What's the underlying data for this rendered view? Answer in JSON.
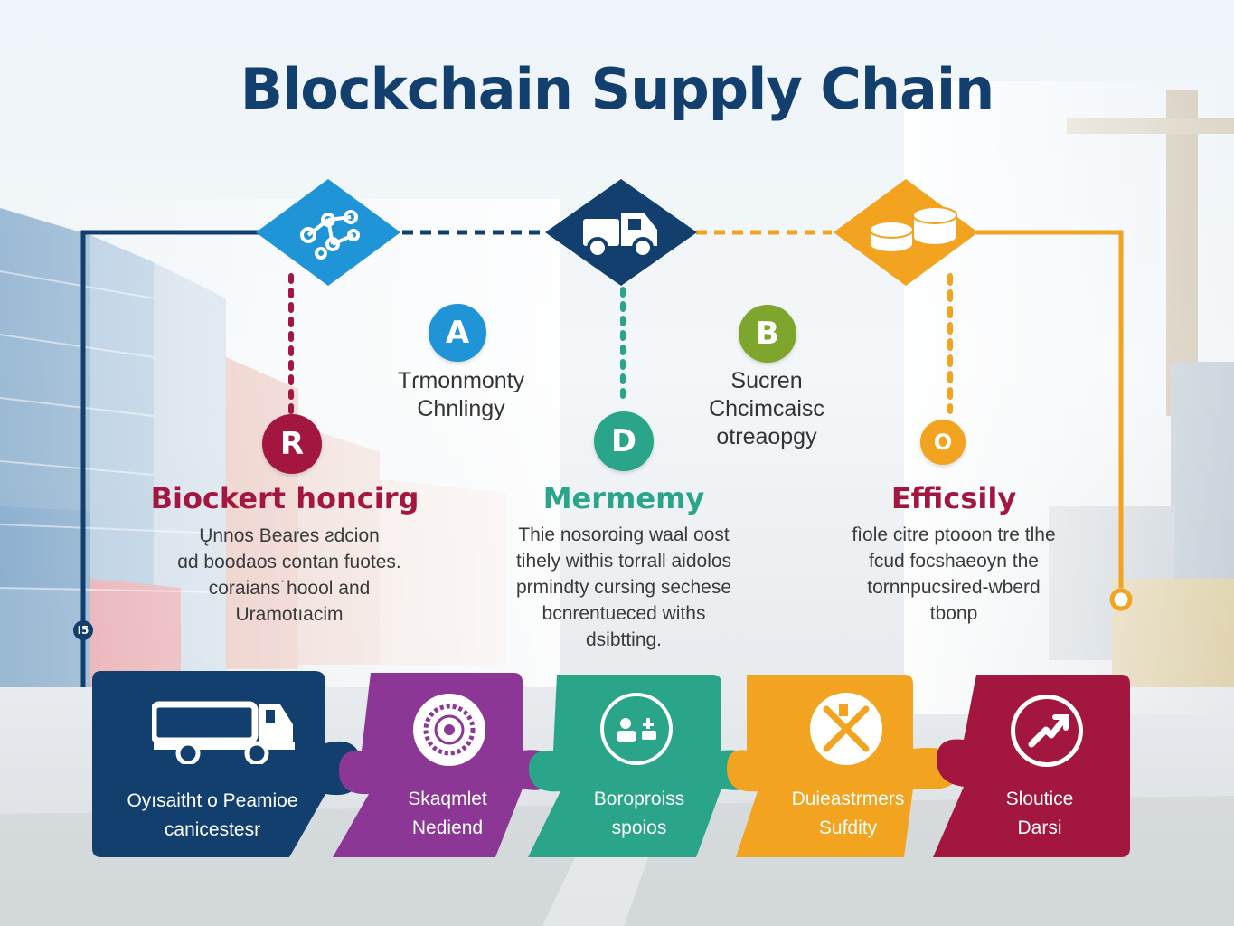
{
  "title": "Blockchain Supply Chain",
  "colors": {
    "navy": "#123f6e",
    "blue": "#1f95d8",
    "teal": "#2aa58a",
    "orange": "#f2a31f",
    "purple": "#8c3696",
    "crimson": "#a3163f",
    "green": "#7fa62c"
  },
  "top_icons": [
    {
      "icon": "network-nodes-icon",
      "color": "#1f95d8"
    },
    {
      "icon": "truck-icon",
      "color": "#123f6e"
    },
    {
      "icon": "coins-icon",
      "color": "#f2a31f"
    }
  ],
  "badges": {
    "a": {
      "letter": "A",
      "line1": "Tɾmonmonty",
      "line2": "Chnlingy"
    },
    "b": {
      "letter": "B",
      "line1": "Sucren",
      "line2": "Chcimcaisc",
      "line3": "otreaopgy"
    },
    "r": {
      "letter": "R"
    },
    "d": {
      "letter": "D"
    },
    "o": {
      "letter": "O"
    }
  },
  "left_marker": "I5",
  "columns": [
    {
      "heading": "Biockert honcirg",
      "lines": [
        "Ųnnos Beares ƨdcion",
        "ɑd boodaos contan fuotes.",
        "coraians˙hoool and",
        "Uramotıacim"
      ]
    },
    {
      "heading": "Mermemy",
      "lines": [
        "Thie nosoroing waal oost",
        "tihely withis torrall aidolos",
        "prmindty cursing sechese",
        "bcnrentueced withs",
        "dsibtting."
      ]
    },
    {
      "heading": "Efficsily",
      "lines": [
        "fìole citre ptooon tre tlhe",
        "fcud focshaeoyn the",
        "tornnpucsired-wberd",
        "tbonp"
      ]
    }
  ],
  "tiles": [
    {
      "icon": "delivery-truck-icon",
      "line1": "Oyısaitht o Peamioe",
      "line2": "canicestesr",
      "color": "#123f6e"
    },
    {
      "icon": "gear-circle-icon",
      "line1": "Skaqmlet",
      "line2": "Nediend",
      "color": "#8c3696"
    },
    {
      "icon": "id-card-icon",
      "line1": "Boroproiss",
      "line2": "spoios",
      "color": "#2aa58a"
    },
    {
      "icon": "crossed-tools-icon",
      "line1": "Duieastrmers",
      "line2": "Sufdity",
      "color": "#f2a31f"
    },
    {
      "icon": "trend-arrow-icon",
      "line1": "Sloutice",
      "line2": "Darsi",
      "color": "#a3163f"
    }
  ]
}
